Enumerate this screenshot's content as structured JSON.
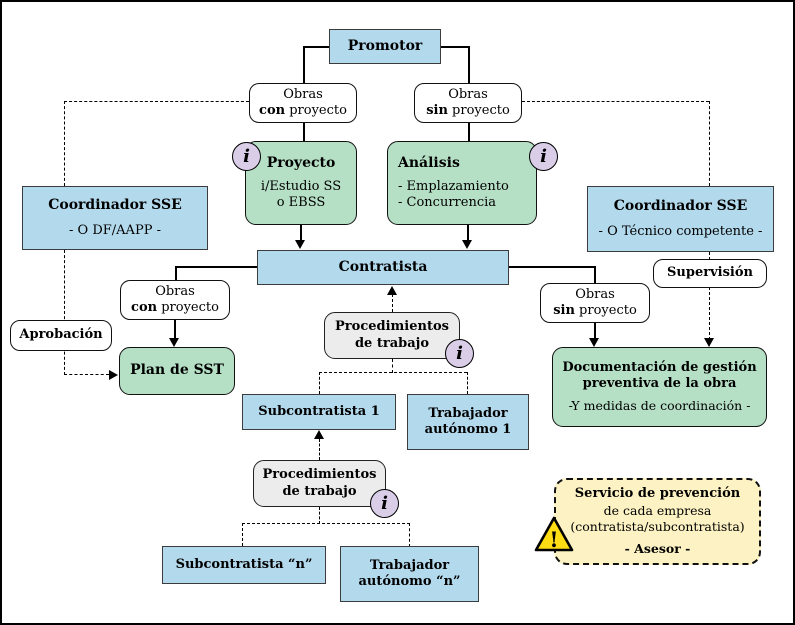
{
  "nodes": {
    "promotor": {
      "label": "Promotor"
    },
    "obras_con_proyecto_top": {
      "line1": "Obras",
      "bold": "con",
      "rest": " proyecto"
    },
    "obras_sin_proyecto_top": {
      "line1": "Obras",
      "bold": "sin",
      "rest": " proyecto"
    },
    "proyecto": {
      "title": "Proyecto",
      "line1": "i/Estudio SS",
      "line2": "o EBSS"
    },
    "analisis": {
      "title": "Análisis",
      "item1": "- Emplazamiento",
      "item2": "- Concurrencia"
    },
    "coordinador_sse_izq": {
      "title": "Coordinador SSE",
      "subtitle": "- O DF/AAPP -"
    },
    "coordinador_sse_der": {
      "title": "Coordinador SSE",
      "subtitle": "- O Técnico competente -"
    },
    "contratista": {
      "label": "Contratista"
    },
    "obras_con_proyecto_mid": {
      "line1": "Obras",
      "bold": "con",
      "rest": " proyecto"
    },
    "aprobacion": {
      "label": "Aprobación"
    },
    "plan_de_sst": {
      "label": "Plan de SST"
    },
    "supervision": {
      "label": "Supervisión"
    },
    "obras_sin_proyecto_mid": {
      "line1": "Obras",
      "bold": "sin",
      "rest": " proyecto"
    },
    "documentacion": {
      "title_line1": "Documentación de gestión",
      "title_line2": "preventiva de la obra",
      "subtitle": "-Y medidas de coordinación -"
    },
    "procedimientos_1": {
      "line1": "Procedimientos",
      "line2": "de trabajo"
    },
    "subcontratista_1": {
      "label": "Subcontratista 1"
    },
    "trabajador_autonomo_1": {
      "line1": "Trabajador",
      "line2": "autónomo 1"
    },
    "procedimientos_2": {
      "line1": "Procedimientos",
      "line2": "de trabajo"
    },
    "subcontratista_n": {
      "label": "Subcontratista “n”"
    },
    "trabajador_autonomo_n": {
      "line1": "Trabajador",
      "line2": "autónomo “n”"
    },
    "servicio_prevencion": {
      "title": "Servicio de prevención",
      "line2": "de cada empresa",
      "line3": "(contratista/subcontratista)",
      "footer": "- Asesor -"
    }
  },
  "icons": {
    "info_glyph": "i",
    "warning_glyph": "!"
  },
  "colors": {
    "box_blue": "#b3d9ec",
    "box_green": "#b6e0c6",
    "box_gray": "#ececec",
    "box_yellow": "#fcf2c3",
    "info_icon_bg": "#d9cde8",
    "warning_yellow": "#ffdd15",
    "line": "#000000"
  }
}
